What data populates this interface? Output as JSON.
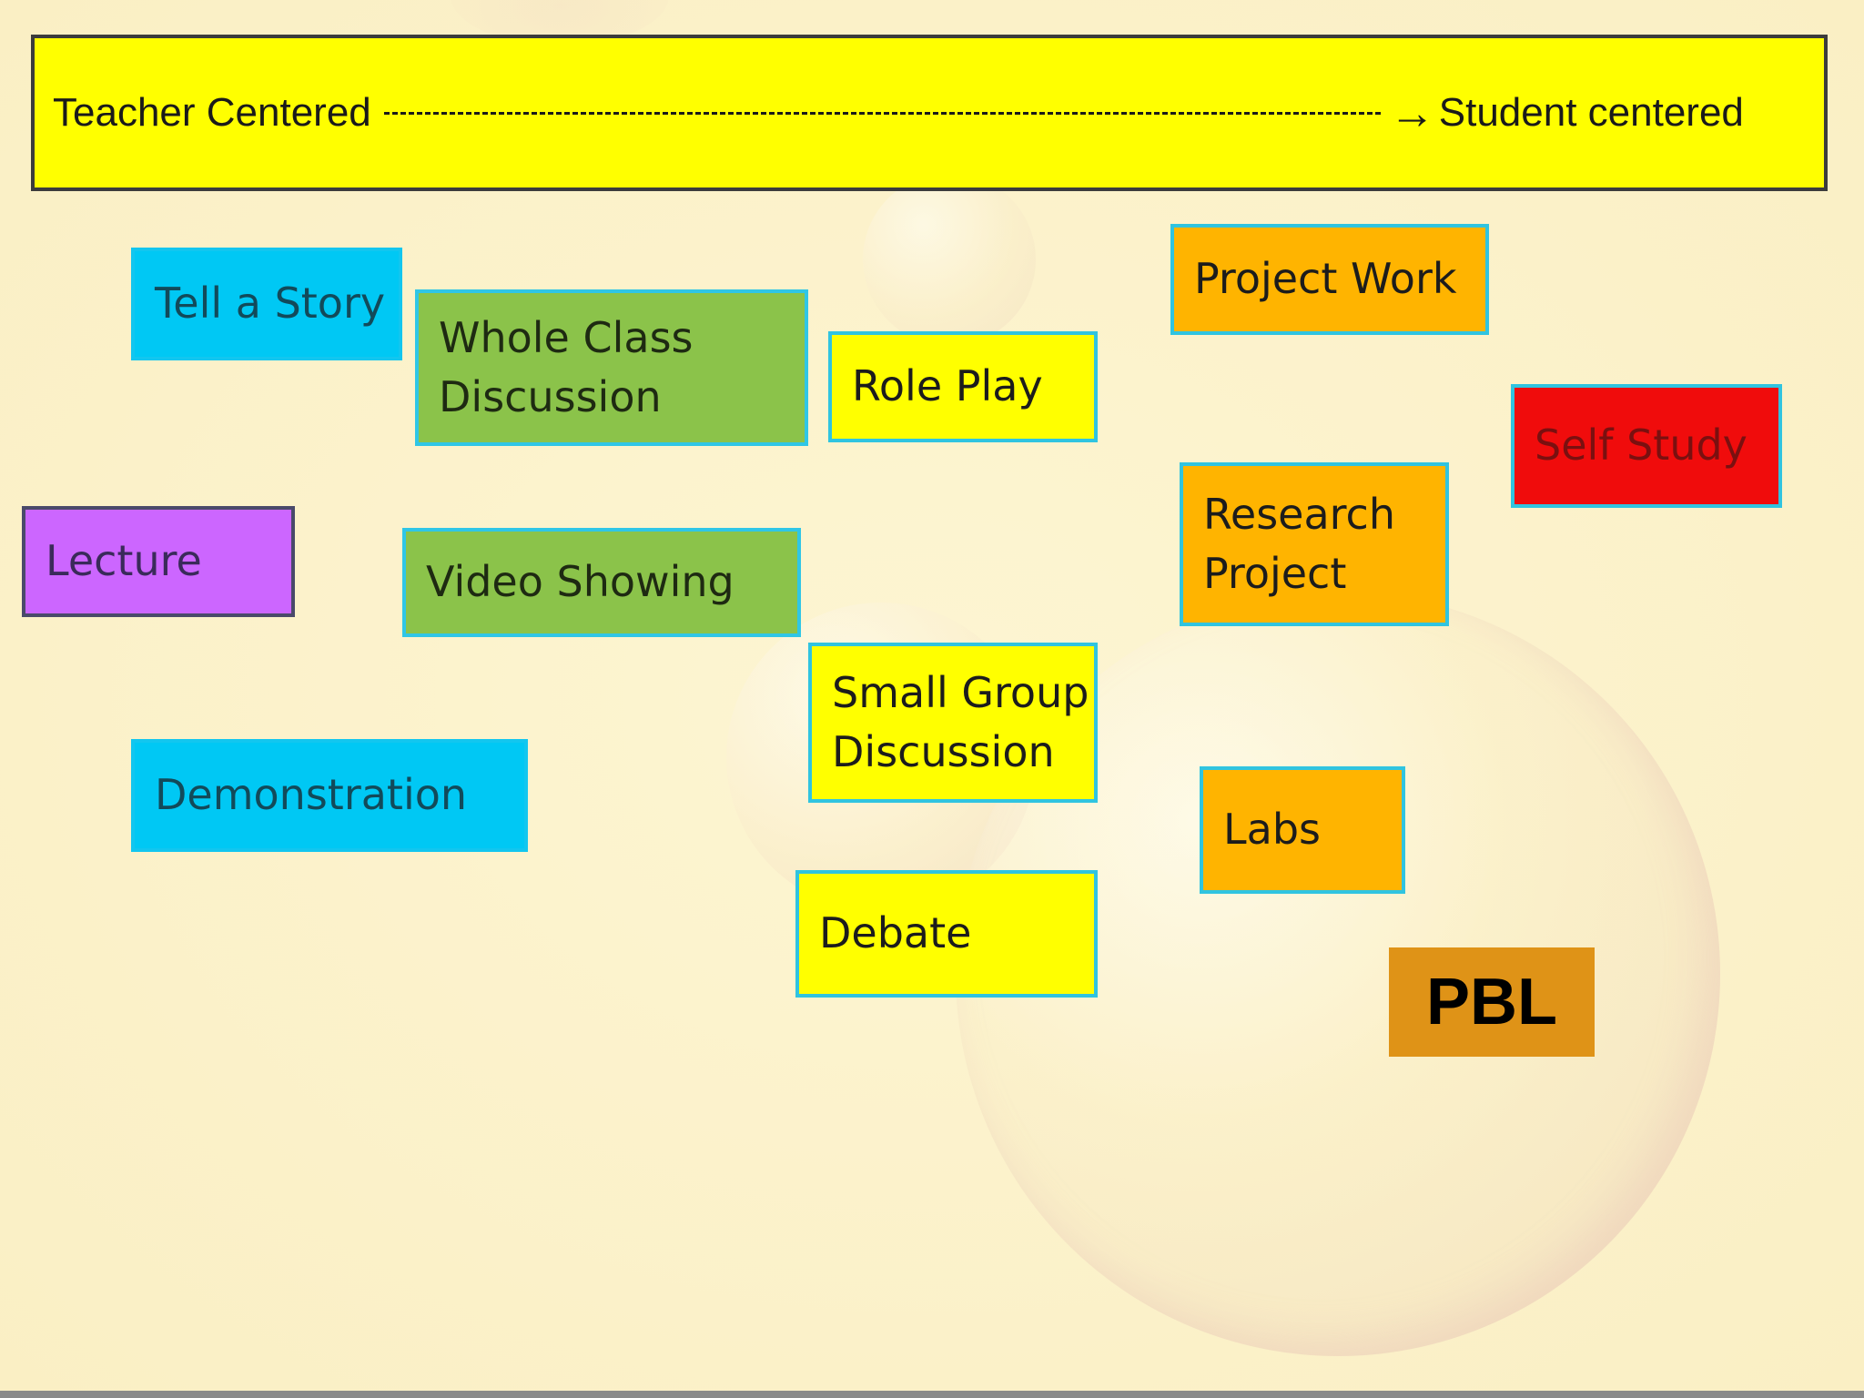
{
  "banner": {
    "left_label": "Teacher Centered",
    "right_label": "Student centered",
    "arrow": "→"
  },
  "methods": [
    {
      "label": "Tell a Story"
    },
    {
      "label": "Whole Class\nDiscussion"
    },
    {
      "label": "Role Play"
    },
    {
      "label": "Project Work"
    },
    {
      "label": "Self Study"
    },
    {
      "label": "Lecture"
    },
    {
      "label": "Video Showing"
    },
    {
      "label": "Research\nProject"
    },
    {
      "label": "Small Group\nDiscussion"
    },
    {
      "label": "Demonstration"
    },
    {
      "label": "Labs"
    },
    {
      "label": "Debate"
    }
  ],
  "highlight": {
    "label": "PBL"
  },
  "colors": {
    "banner": "#ffff00",
    "cyan": "#00c8f4",
    "green": "#8bc34a",
    "yellow": "#ffff00",
    "orange": "#ffb400",
    "red": "#f00c0c",
    "purple": "#cc66ff",
    "pbl": "#df9317",
    "box_border": "#30c4e0"
  }
}
